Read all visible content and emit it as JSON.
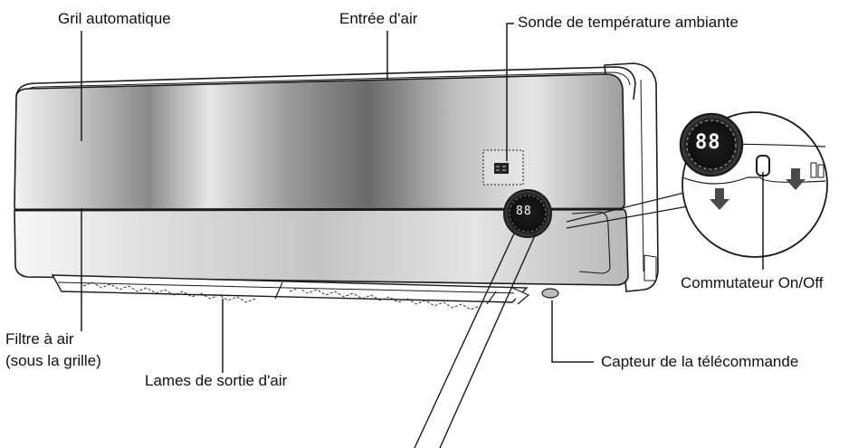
{
  "labels": {
    "auto_grill": "Gril automatique",
    "air_inlet": "Entrée d'air",
    "room_temp_sensor": "Sonde de température ambiante",
    "air_filter_line1": "Filtre à air",
    "air_filter_line2": "(sous la grille)",
    "air_outlet_blades": "Lames de sortie d'air",
    "remote_sensor": "Capteur de la télécommande",
    "on_off_switch": "Commutateur On/Off"
  },
  "display": {
    "digits": "88"
  },
  "colors": {
    "stroke": "#1a1a1a",
    "panel_dark": "#6e6e6e",
    "panel_light": "#eeeeee",
    "body": "#ffffff"
  }
}
